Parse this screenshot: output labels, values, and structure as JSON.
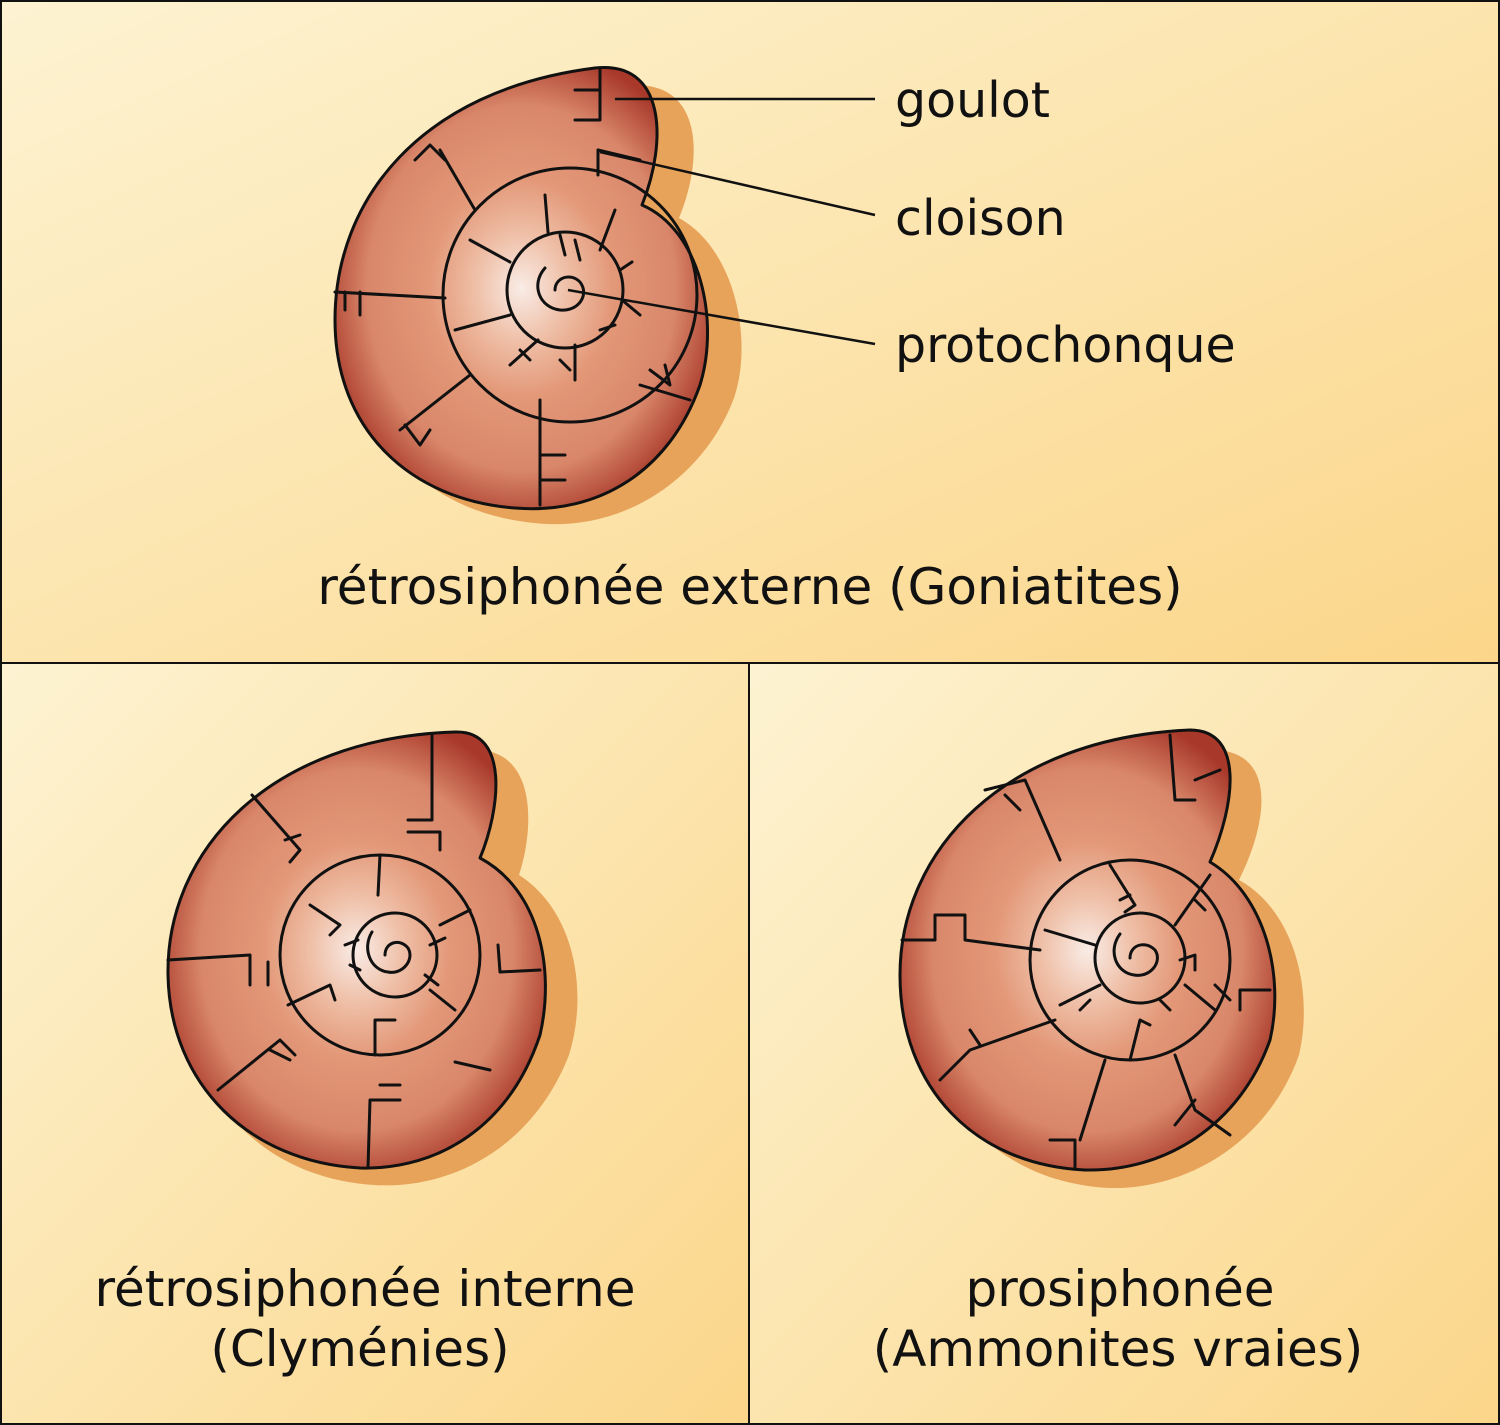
{
  "colors": {
    "panel_light": "#fdf0c8",
    "panel_warm": "#fbd78c",
    "shell_outer": "#b3412c",
    "shell_mid": "#de8f6f",
    "shell_center": "#f8e8e0",
    "shadow": "#e8a35a",
    "stroke": "#111111"
  },
  "panels": {
    "top": {
      "caption": "rétrosiphonée externe (Goniatites)",
      "callouts": {
        "goulot": "goulot",
        "cloison": "cloison",
        "protochonque": "protochonque"
      }
    },
    "bottom_left": {
      "caption_line1": "rétrosiphonée interne",
      "caption_line2": "(Clyménies)"
    },
    "bottom_right": {
      "caption_line1": "prosiphonée",
      "caption_line2": "(Ammonites vraies)"
    }
  }
}
